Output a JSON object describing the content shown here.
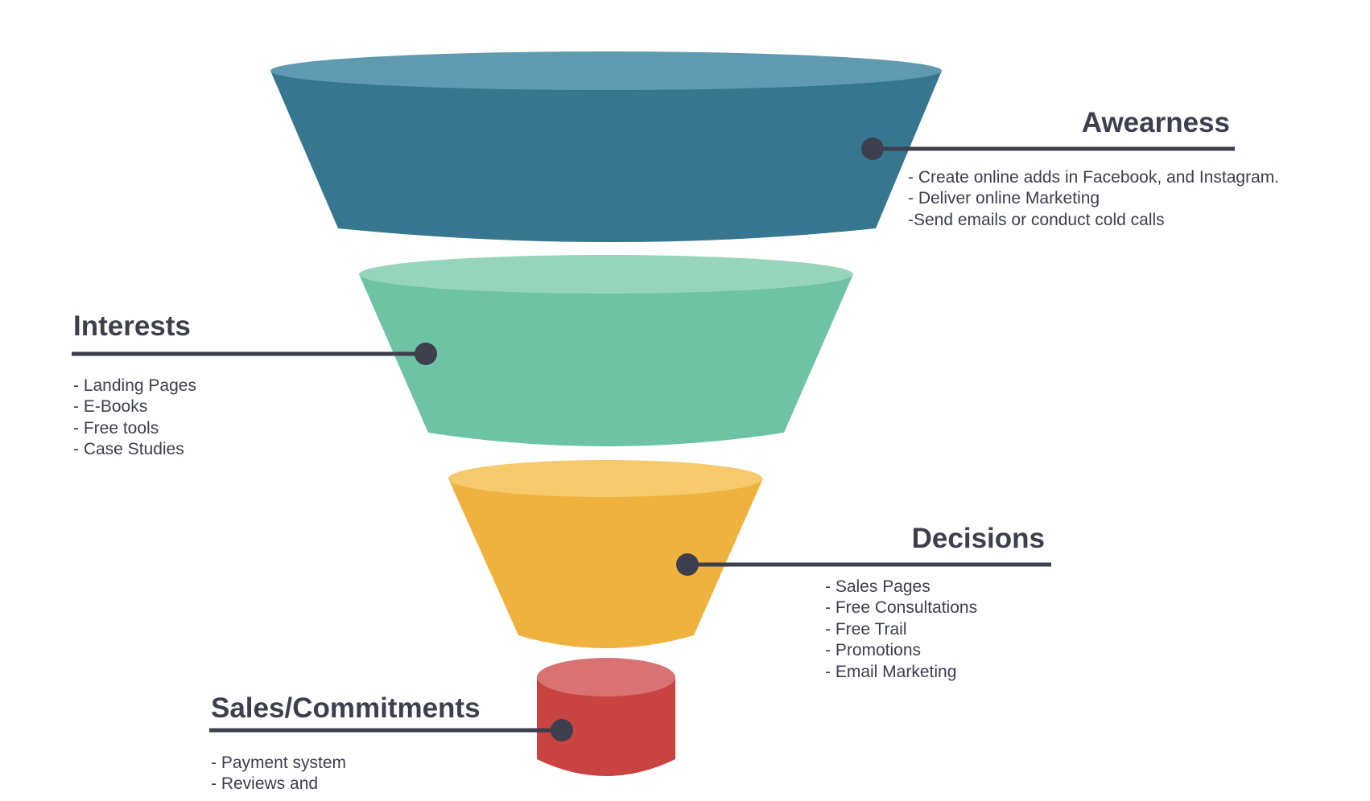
{
  "colors": {
    "awareness": "#37768f",
    "awareness_top": "#5f9ab0",
    "interests": "#6ec3a5",
    "interests_top": "#96d5bc",
    "decisions": "#f0b23e",
    "decisions_top": "#f5c96c",
    "sales": "#c94441",
    "sales_top": "#d87273",
    "connector": "#3d3f4c",
    "text": "#3d3f4c"
  },
  "stages": [
    {
      "title": "Awearness",
      "lines": [
        "- Create online adds in Facebook, and Instagram.",
        "- Deliver online Marketing",
        "-Send emails or conduct cold calls"
      ]
    },
    {
      "title": "Interests",
      "lines": [
        "- Landing Pages",
        "- E-Books",
        "- Free tools",
        "- Case Studies"
      ]
    },
    {
      "title": "Decisions",
      "lines": [
        "- Sales Pages",
        "- Free Consultations",
        "- Free Trail",
        "- Promotions",
        "- Email Marketing"
      ]
    },
    {
      "title": "Sales/Commitments",
      "lines": [
        "- Payment system",
        "- Reviews and"
      ]
    }
  ]
}
